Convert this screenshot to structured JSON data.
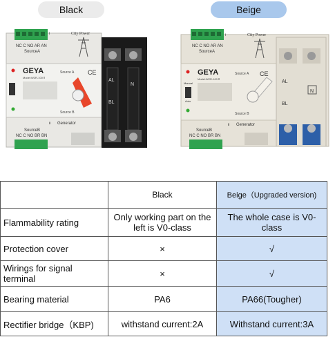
{
  "header": {
    "black_label": "Black",
    "beige_label": "Beige"
  },
  "device_text": {
    "brand": "GEYA",
    "model": "Model:W2R-100 Ⅱ",
    "city_power": "City Power",
    "source_a": "Source A",
    "source_a_short": "SourceA",
    "source_b": "Source B",
    "source_b_short": "SourceB",
    "generator": "Generator",
    "terminal_top": "NC C NO AR AN",
    "terminal_bottom": "NC C NO BR BN",
    "roman_1": "Ⅰ",
    "roman_2": "Ⅱ",
    "al": "AL",
    "bl": "BL",
    "n": "N",
    "manual": "Manual",
    "auto": "Auto",
    "ce": "CE"
  },
  "table": {
    "header": [
      "",
      "Black",
      "Beige（Upgraded version)"
    ],
    "rows": [
      {
        "feature": "Flammability rating",
        "black": "Only working part on the left is V0-class",
        "beige": "The whole case is V0-class"
      },
      {
        "feature": "Protection cover",
        "black": "×",
        "beige": "√"
      },
      {
        "feature": "Wirings for signal terminal",
        "black": "×",
        "beige": "√"
      },
      {
        "feature": "Bearing material",
        "black": "PA6",
        "beige": "PA66(Tougher)"
      },
      {
        "feature": "Rectifier bridge（KBP)",
        "black": "withstand current:2A",
        "beige": "Withstand current:3A"
      }
    ]
  },
  "colors": {
    "beige_highlight": "#cfe0f6",
    "beige_pill": "#a9c8ec",
    "black_pill": "#ebebeb",
    "handle_red": "#e8462a",
    "terminal_green": "#2fa24f"
  }
}
